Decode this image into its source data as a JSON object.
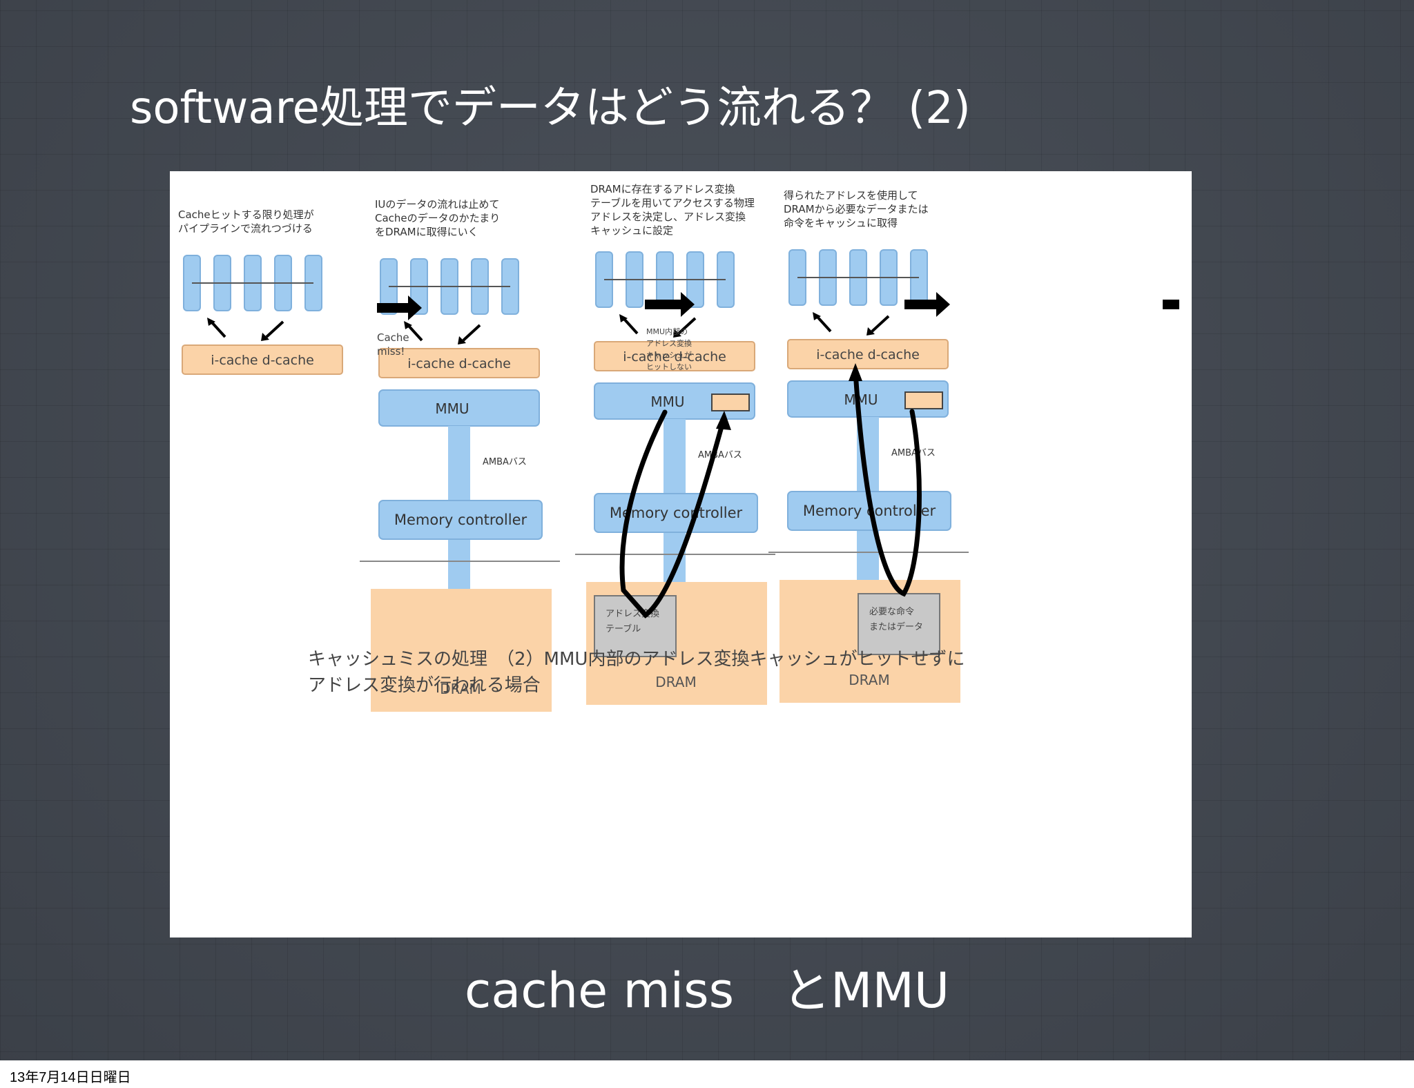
{
  "slide": {
    "title": "software処理でデータはどう流れる？ (2)",
    "subtitle": "cache miss　とMMU",
    "footer_date": "13年7月14日日曜日"
  },
  "colors": {
    "background": "#444a52",
    "pipeline_blue": "#9fcbf0",
    "cache_orange": "#fbd3a8",
    "table_gray": "#c8c8c8",
    "ink_black": "#000000"
  },
  "diagram": {
    "stages": [
      {
        "note": [
          "Cacheヒットする限り処理が",
          "パイプラインで流れつづける"
        ],
        "cache_label": "i-cache  d-cache"
      },
      {
        "note": [
          "IUのデータの流れは止めて",
          "Cacheのデータのかたまり",
          "をDRAMに取得にいく"
        ],
        "cache_label": "i-cache  d-cache",
        "mmu_label": "MMU",
        "bus_label": "AMBAバス",
        "memctrl_label": "Memory controller",
        "dram_label": "DRAM"
      },
      {
        "note": [
          "DRAMに存在するアドレス変換",
          "テーブルを用いてアクセスする物理",
          "アドレスを決定し、アドレス変換",
          "キャッシュに設定"
        ],
        "cache_label": "i-cache  d-cache",
        "mmu_label": "MMU",
        "bus_label": "AMBAバス",
        "memctrl_label": "Memory controller",
        "dram_label": "DRAM",
        "box_label": [
          "アドレス変換",
          "テーブル"
        ]
      },
      {
        "note": [
          "得られたアドレスを使用して",
          "DRAMから必要なデータまたは",
          "命令をキャッシュに取得"
        ],
        "cache_label": "i-cache  d-cache",
        "mmu_label": "MMU",
        "bus_label": "AMBAバス",
        "memctrl_label": "Memory controller",
        "dram_label": "DRAM",
        "box_label": [
          "必要な命令",
          "またはデータ"
        ]
      }
    ],
    "arrow_labels": [
      [
        "Cache",
        "miss!"
      ],
      [
        "MMU内部の",
        "アドレス変換",
        "キャッシュが",
        "ヒットしない"
      ]
    ],
    "caption": [
      "キャッシュミスの処理　（2）MMU内部のアドレス変換キャッシュがヒットせずに",
      "アドレス変換が行われる場合"
    ]
  }
}
